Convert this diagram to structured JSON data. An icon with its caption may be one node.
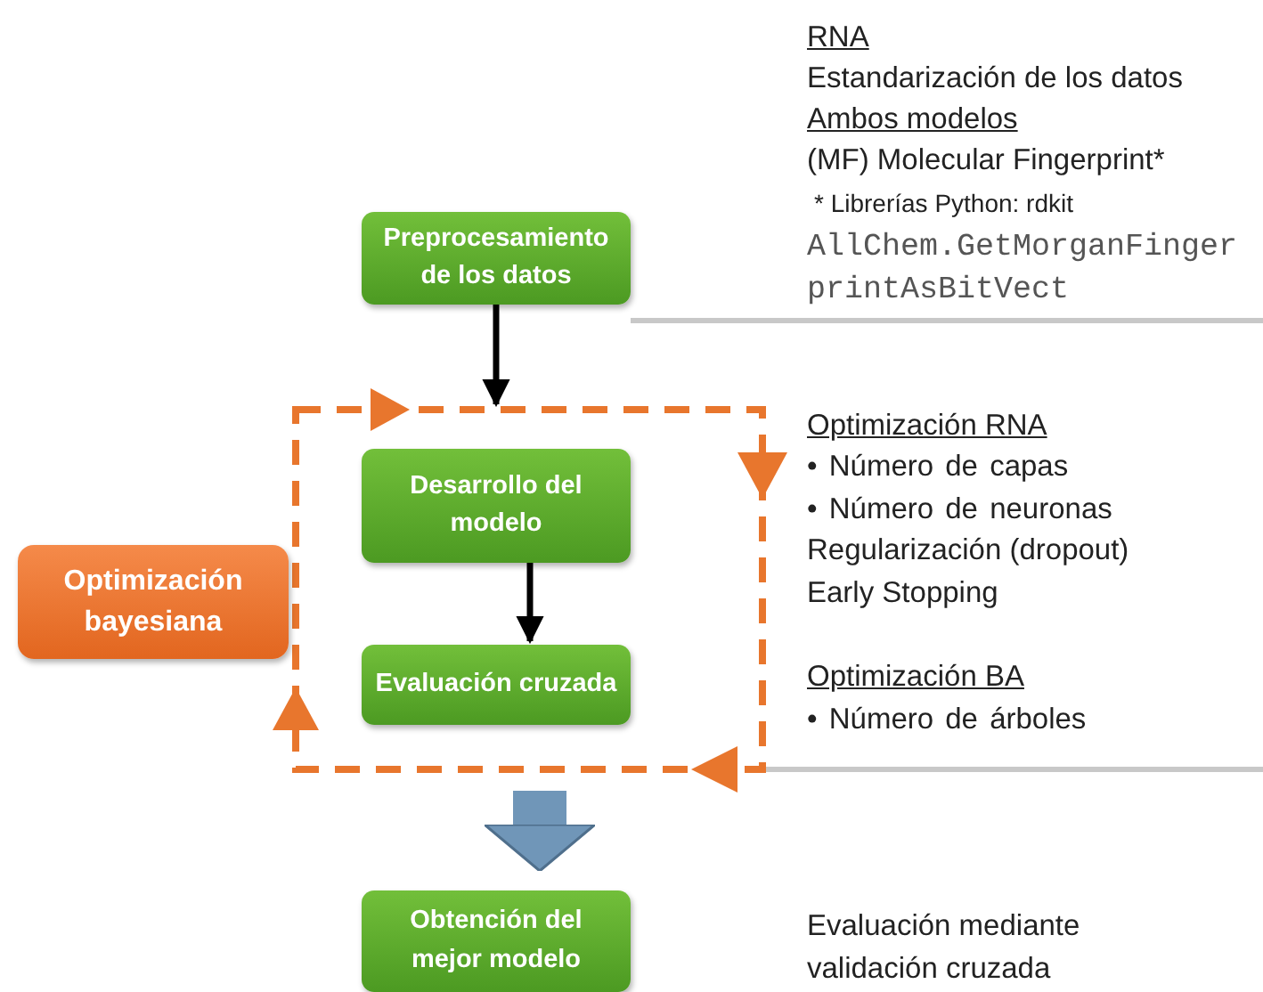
{
  "diagram": {
    "nodes": [
      {
        "text": [
          "Preprocesamiento de los datos"
        ]
      },
      {
        "text": [],
        "shape": "box"
      },
      {
        "text": [
          "Desarrollo del modelo"
        ],
        "in": 1
      },
      {
        "text": [
          "Evaluación cruzada"
        ],
        "in": 1
      },
      {
        "text": [
          "Optimización bayesiana"
        ]
      },
      {
        "text": [
          "Obtención del mejor modelo"
        ]
      }
    ],
    "edges": [
      {
        "from": 0,
        "to": 1,
        "arrow": "to"
      },
      {
        "from": 2,
        "to": 3,
        "arrow": "to"
      },
      {
        "from": 1,
        "to": 5,
        "arrow": "to",
        "style": "thick",
        "color": "#7096b8"
      }
    ],
    "labels": [
      "RNA",
      "Estandarización de los datos",
      "Ambos modelos",
      "(MF) Molecular Fingerprint*",
      "* Librerías Python: rdkit",
      "AllChem.GetMorganFingerprintAsBitVect",
      "Optimización RNA",
      "• Número de capas",
      "• Número de neuronas",
      "Regularización (dropout)",
      "Early Stopping",
      "Optimización BA",
      "• Número de árboles",
      "Evaluación mediante validación cruzada"
    ]
  }
}
